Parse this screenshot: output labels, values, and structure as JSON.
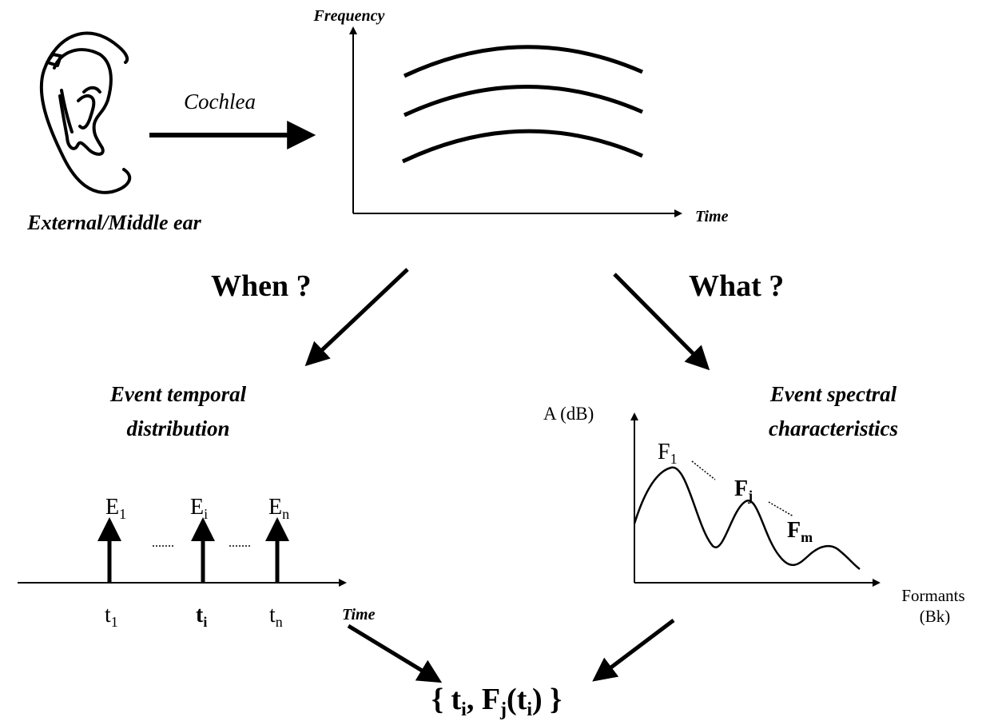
{
  "colors": {
    "ink": "#000000",
    "background": "#ffffff"
  },
  "ear": {
    "icon": "ear-icon",
    "label": "External/Middle ear"
  },
  "cochlea": {
    "label": "Cochlea"
  },
  "spectrogram": {
    "y_axis_label": "Frequency",
    "x_axis_label": "Time"
  },
  "branches": {
    "when": "When ?",
    "what": "What ?"
  },
  "temporal": {
    "title_line1": "Event temporal",
    "title_line2": "distribution",
    "axis_label": "Time",
    "events": [
      {
        "E_main": "E",
        "E_sub": "1",
        "t_main": "t",
        "t_sub": "1",
        "bold": false
      },
      {
        "E_main": "E",
        "E_sub": "i",
        "t_main": "t",
        "t_sub": "i",
        "bold": true
      },
      {
        "E_main": "E",
        "E_sub": "n",
        "t_main": "t",
        "t_sub": "n",
        "bold": false
      }
    ]
  },
  "spectral": {
    "title_line1": "Event spectral",
    "title_line2": "characteristics",
    "y_axis_label": "A (dB)",
    "x_axis_label_line1": "Formants",
    "x_axis_label_line2": "(Bk)",
    "formants": [
      {
        "main": "F",
        "sub": "1",
        "bold": false
      },
      {
        "main": "F",
        "sub": "j",
        "bold": true
      },
      {
        "main": "F",
        "sub": "m",
        "bold": true
      }
    ]
  },
  "result": {
    "open": "{ ",
    "t": "t",
    "t_sub": "i",
    "comma": ", ",
    "F": "F",
    "F_sub": "j",
    "paren_open": "(",
    "inner_t": "t",
    "inner_sub": "i",
    "close": ") }"
  }
}
